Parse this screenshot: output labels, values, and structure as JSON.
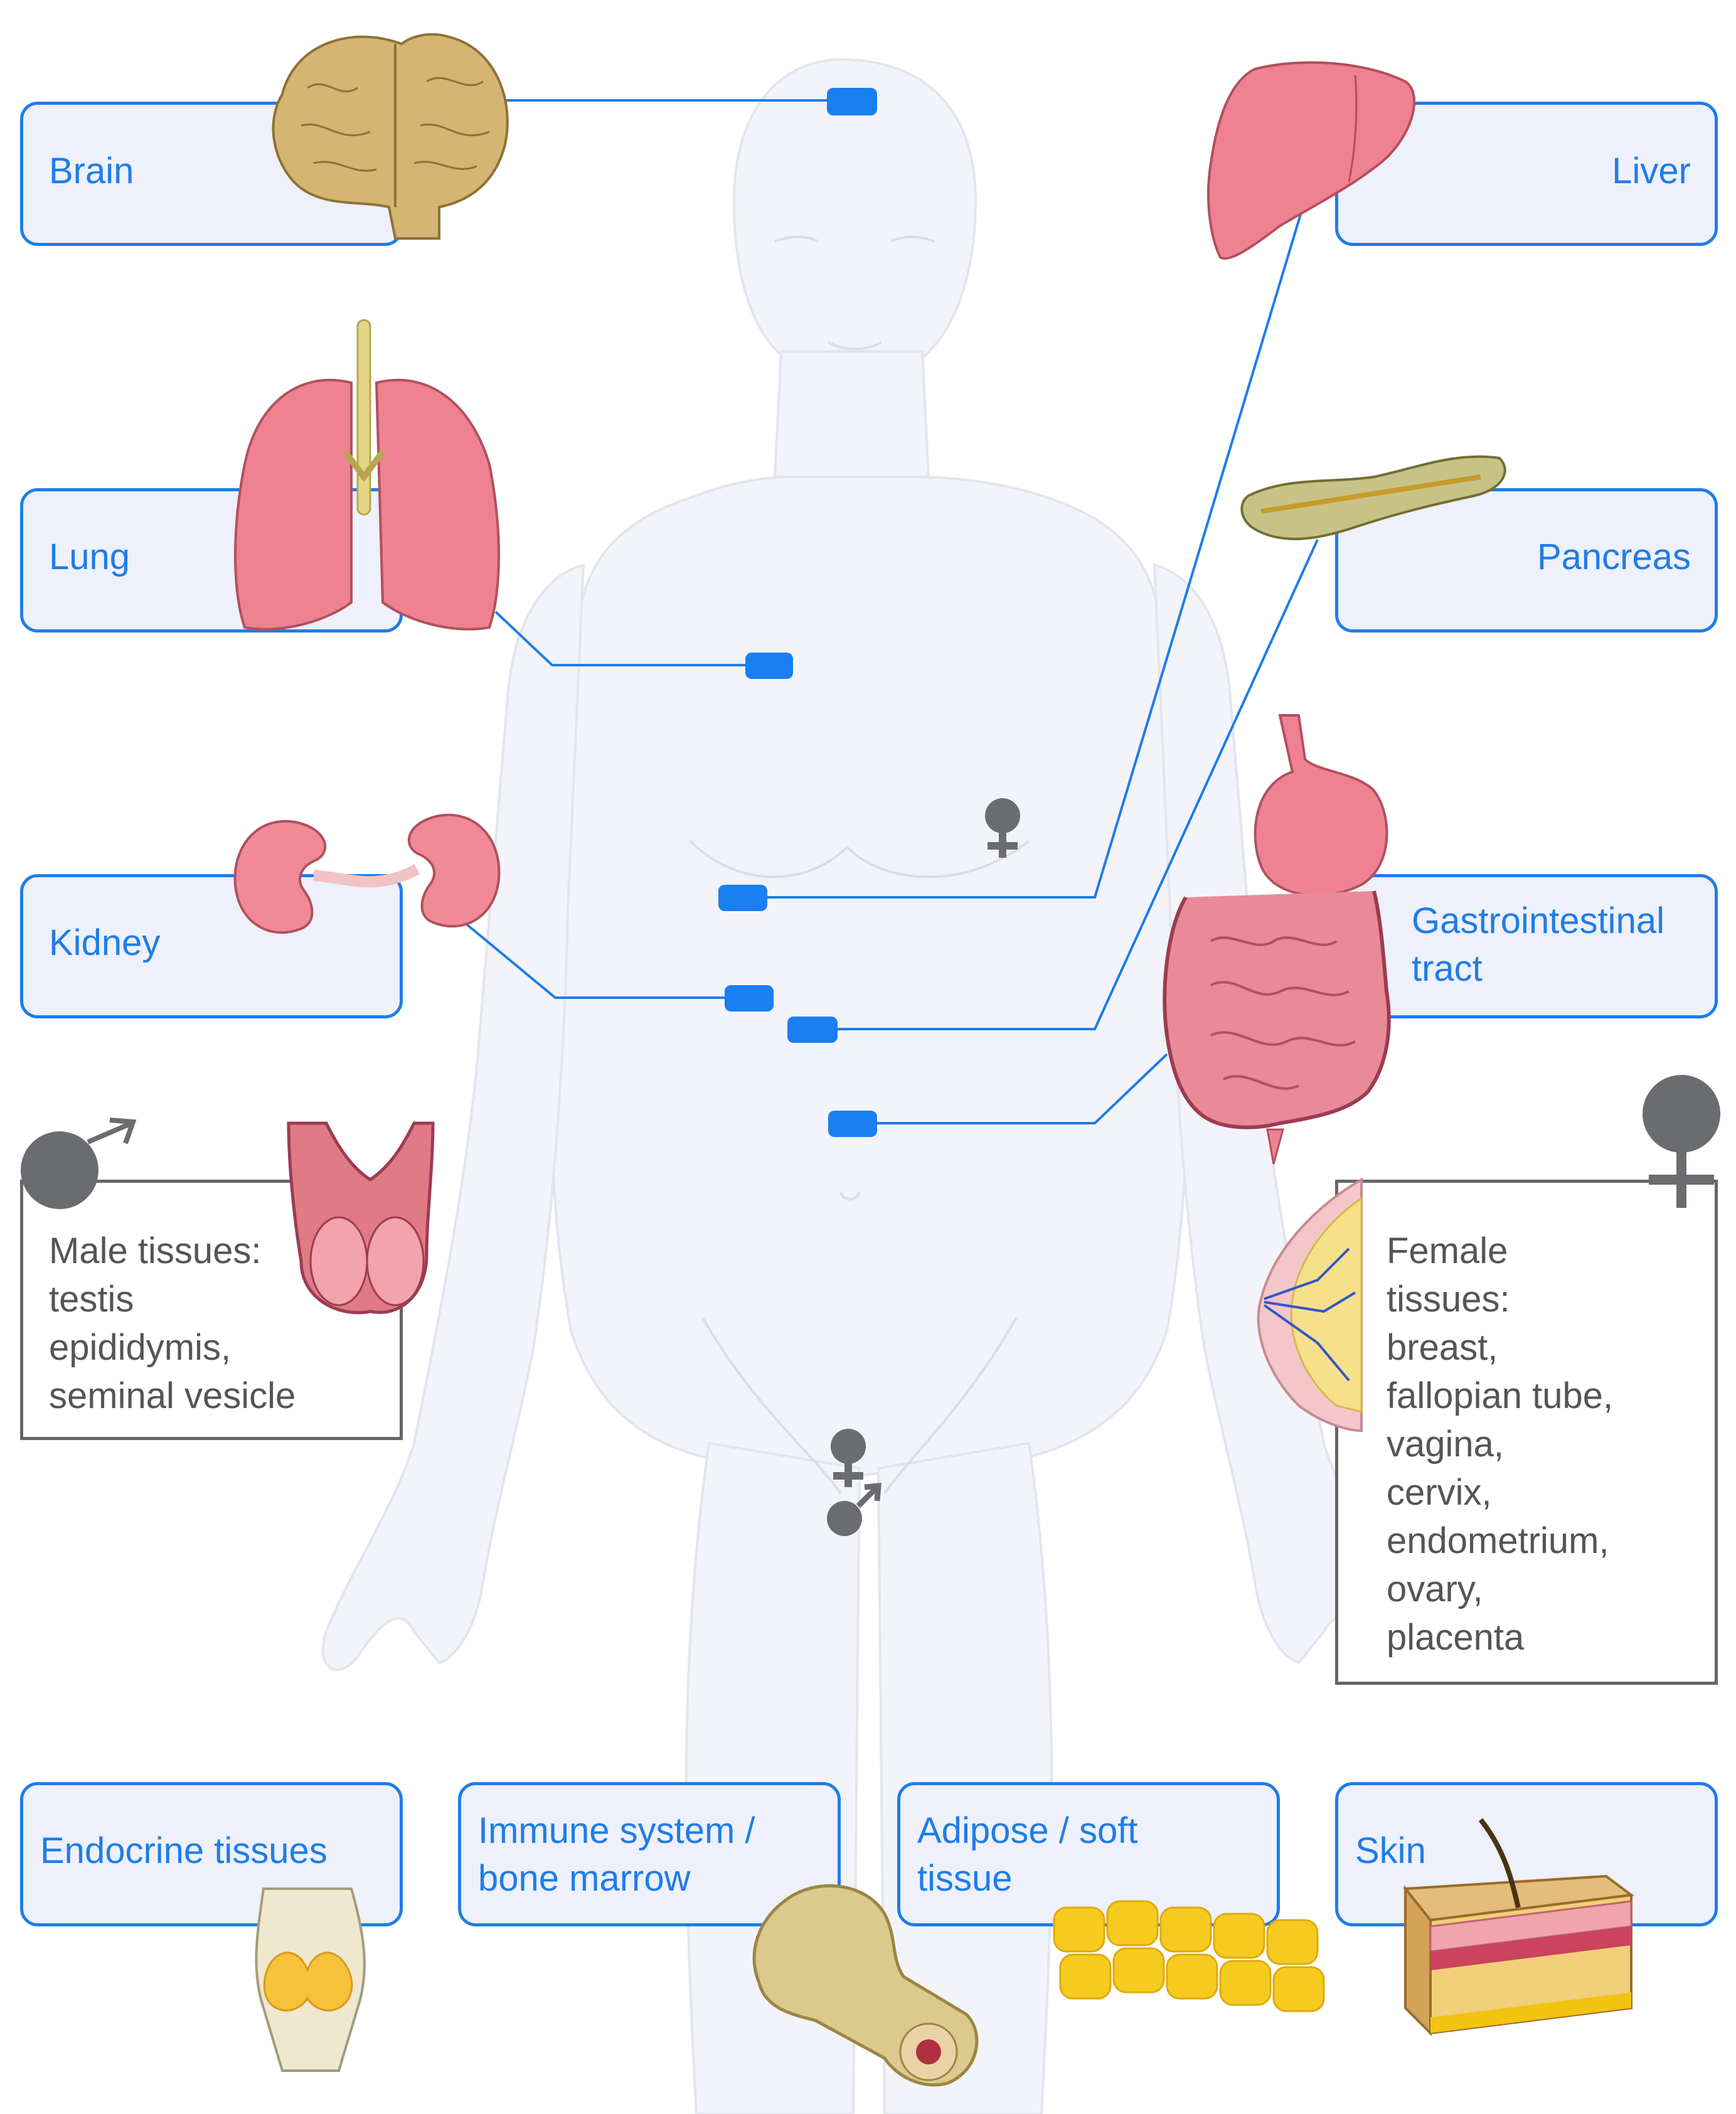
{
  "colors": {
    "accent": "#1f7de8",
    "box_fill": "#eef0fb",
    "grey": "#666666",
    "body_fill": "#f2f3f8",
    "marker": "#1a7ff0"
  },
  "labels": {
    "brain": "Brain",
    "lung": "Lung",
    "kidney": "Kidney",
    "liver": "Liver",
    "pancreas": "Pancreas",
    "gi_1": "Gastrointestinal",
    "gi_2": "tract",
    "endocrine": "Endocrine tissues",
    "immune_1": "Immune system /",
    "immune_2": "bone marrow",
    "adipose_1": "Adipose / soft",
    "adipose_2": "tissue",
    "skin": "Skin"
  },
  "male": {
    "lines": [
      "Male tissues:",
      "testis",
      "epididymis,",
      "seminal vesicle"
    ]
  },
  "female": {
    "lines": [
      "Female",
      "tissues:",
      "breast,",
      "fallopian tube,",
      "vagina,",
      "cervix,",
      "endometrium,",
      "ovary,",
      "placenta"
    ]
  },
  "icons": {
    "male_symbol": "male-symbol-icon",
    "female_symbol": "female-symbol-icon",
    "organs": [
      "brain-icon",
      "lung-icon",
      "kidney-icon",
      "liver-icon",
      "pancreas-icon",
      "gi-tract-icon",
      "testis-icon",
      "breast-icon",
      "thyroid-icon",
      "bone-icon",
      "adipose-icon",
      "skin-icon"
    ]
  }
}
